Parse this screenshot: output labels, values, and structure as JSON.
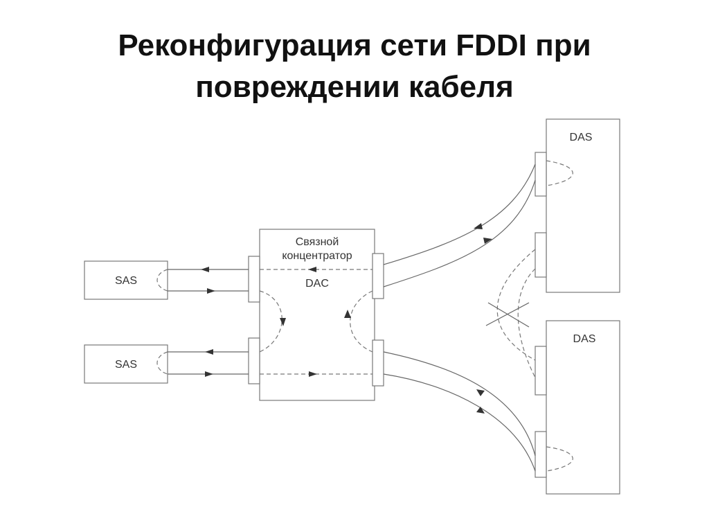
{
  "title": {
    "line1": "Реконфигурация сети FDDI при",
    "line2": "повреждении кабеля"
  },
  "diagram": {
    "nodes": {
      "sas_top": "SAS",
      "sas_bottom": "SAS",
      "concentrator_line1": "Связной",
      "concentrator_line2": "концентратор",
      "concentrator_line3": "DAC",
      "das_top": "DAS",
      "das_bottom": "DAS"
    },
    "break_marker_icon": "cross-mark-icon"
  }
}
